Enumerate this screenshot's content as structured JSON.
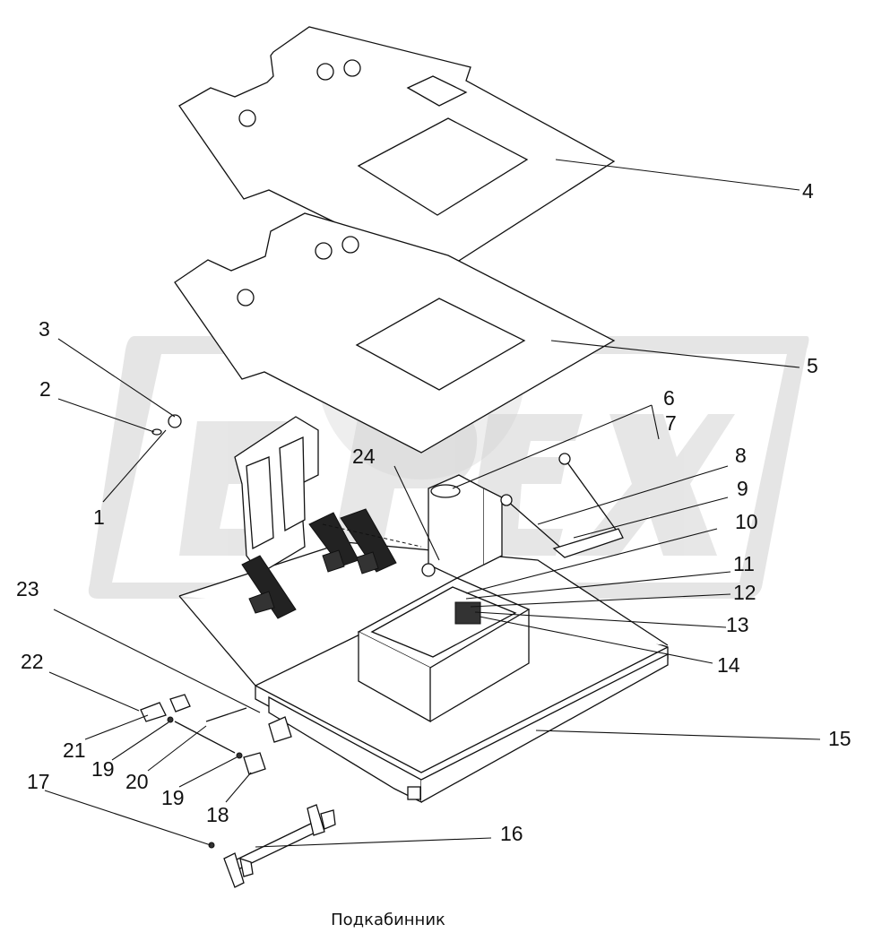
{
  "caption": "Подкабинник",
  "colors": {
    "lines": "#111111",
    "watermark": "#cfcfcf",
    "background": "#ffffff"
  },
  "callouts": [
    {
      "id": "1",
      "text": "1"
    },
    {
      "id": "2",
      "text": "2"
    },
    {
      "id": "3",
      "text": "3"
    },
    {
      "id": "4",
      "text": "4"
    },
    {
      "id": "5",
      "text": "5"
    },
    {
      "id": "6",
      "text": "6"
    },
    {
      "id": "7",
      "text": "7"
    },
    {
      "id": "8",
      "text": "8"
    },
    {
      "id": "9",
      "text": "9"
    },
    {
      "id": "10",
      "text": "10"
    },
    {
      "id": "11",
      "text": "11"
    },
    {
      "id": "12",
      "text": "12"
    },
    {
      "id": "13",
      "text": "13"
    },
    {
      "id": "14",
      "text": "14"
    },
    {
      "id": "15",
      "text": "15"
    },
    {
      "id": "16",
      "text": "16"
    },
    {
      "id": "17",
      "text": "17"
    },
    {
      "id": "18",
      "text": "18"
    },
    {
      "id": "19a",
      "text": "19"
    },
    {
      "id": "19b",
      "text": "19"
    },
    {
      "id": "20",
      "text": "20"
    },
    {
      "id": "21",
      "text": "21"
    },
    {
      "id": "22",
      "text": "22"
    },
    {
      "id": "23",
      "text": "23"
    },
    {
      "id": "24",
      "text": "24"
    }
  ]
}
